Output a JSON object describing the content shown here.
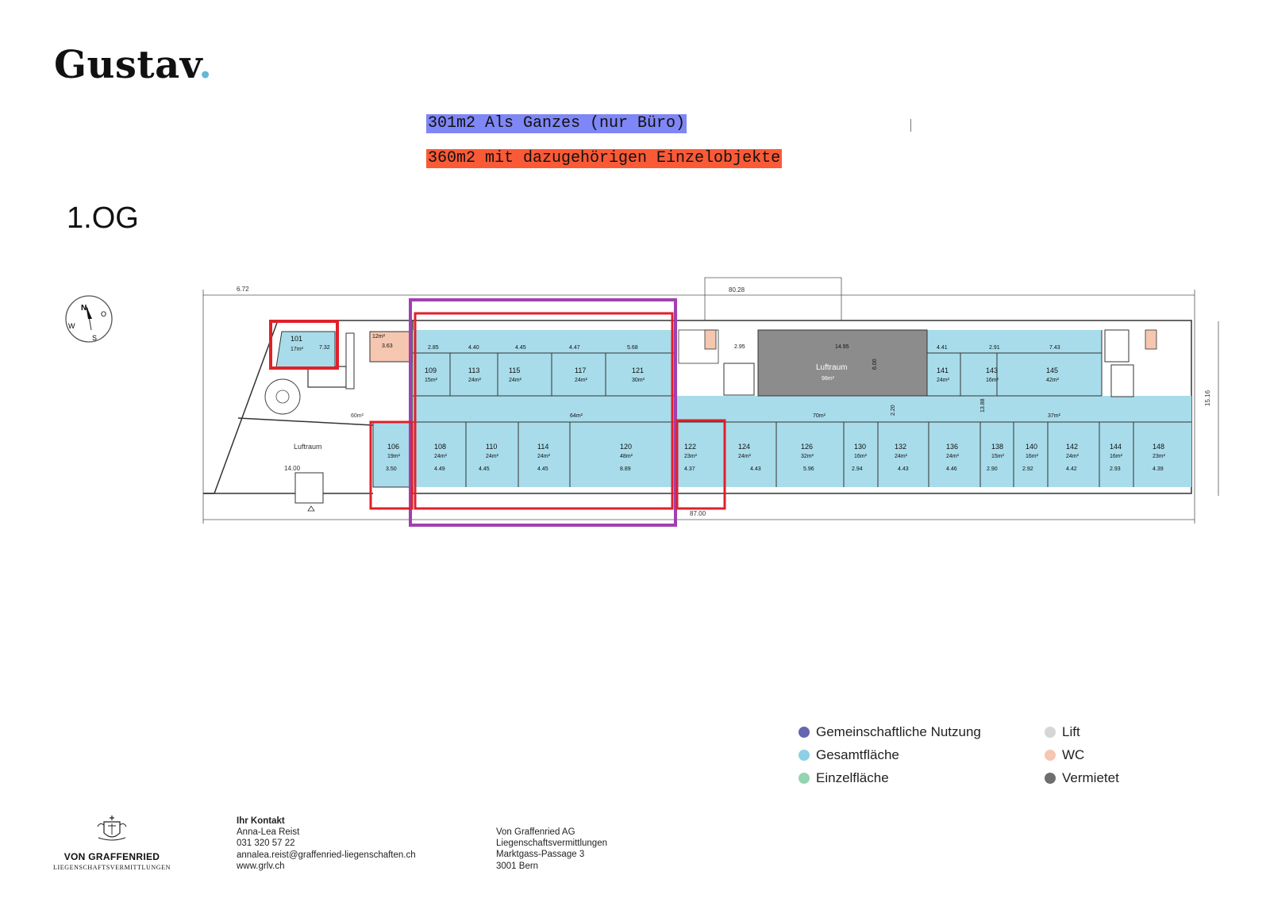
{
  "brand": {
    "name": "Gustav",
    "dot": "."
  },
  "highlights": {
    "whole_office": "301m2 Als Ganzes (nur Büro)",
    "with_singles": "360m2 mit dazugehörigen Einzelobjekte"
  },
  "floor_label": "1.OG",
  "compass": {
    "n": "N",
    "o": "O",
    "s": "S",
    "w": "W"
  },
  "dimensions": {
    "left_top": "6.72",
    "center_top": "80.28",
    "bottom": "87.00",
    "right": "15.16",
    "left_bottom": "14.00",
    "depth_a": "6.00",
    "depth_b": "2.20",
    "depth_c": "13.88"
  },
  "areas": {
    "luftraum_left": "Luftraum",
    "luftraum_center": "Luftraum",
    "luftraum_center_area": "98m²",
    "corridor_left": "60m²",
    "corridor_mid": "64m²",
    "corridor_main": "70m²",
    "corridor_right": "37m²",
    "wc_area": "12m²"
  },
  "rooms_top": [
    {
      "no": "101",
      "area": "17m²",
      "dim": "7.32"
    },
    {
      "no": "109",
      "area": "15m²",
      "dim": "2.85"
    },
    {
      "no": "113",
      "area": "24m²",
      "dim": "4.40"
    },
    {
      "no": "115",
      "area": "24m²",
      "dim": "4.45"
    },
    {
      "no": "117",
      "area": "24m²",
      "dim": "4.47"
    },
    {
      "no": "121",
      "area": "30m²",
      "dim": "5.68"
    },
    {
      "no": "141",
      "area": "24m²",
      "dim": "4.41"
    },
    {
      "no": "143",
      "area": "16m²",
      "dim": "2.91"
    },
    {
      "no": "145",
      "area": "42m²",
      "dim": "7.43"
    }
  ],
  "rooms_bottom": [
    {
      "no": "106",
      "area": "19m²",
      "dim": "3.50"
    },
    {
      "no": "108",
      "area": "24m²",
      "dim": "4.49"
    },
    {
      "no": "110",
      "area": "24m²",
      "dim": "4.45"
    },
    {
      "no": "114",
      "area": "24m²",
      "dim": "4.45"
    },
    {
      "no": "120",
      "area": "48m²",
      "dim": "8.89"
    },
    {
      "no": "122",
      "area": "23m²",
      "dim": "4.37"
    },
    {
      "no": "124",
      "area": "24m²",
      "dim": "4.43"
    },
    {
      "no": "126",
      "area": "32m²",
      "dim": "5.96"
    },
    {
      "no": "130",
      "area": "16m²",
      "dim": "2.94"
    },
    {
      "no": "132",
      "area": "24m²",
      "dim": "4.43"
    },
    {
      "no": "136",
      "area": "24m²",
      "dim": "4.46"
    },
    {
      "no": "138",
      "area": "15m²",
      "dim": "2.90"
    },
    {
      "no": "140",
      "area": "16m²",
      "dim": "2.92"
    },
    {
      "no": "142",
      "area": "24m²",
      "dim": "4.42"
    },
    {
      "no": "144",
      "area": "16m²",
      "dim": "2.93"
    },
    {
      "no": "148",
      "area": "23m²",
      "dim": "4.39"
    }
  ],
  "legend": [
    {
      "label": "Gemeinschaftliche Nutzung",
      "color": "#6466b0"
    },
    {
      "label": "Gesamtfläche",
      "color": "#8ecfe6"
    },
    {
      "label": "Einzelfläche",
      "color": "#93d4b2"
    },
    {
      "label": "Lift",
      "color": "#d6d6d6"
    },
    {
      "label": "WC",
      "color": "#f5c6b0"
    },
    {
      "label": "Vermietet",
      "color": "#6e6e6e"
    }
  ],
  "footer": {
    "logo_name": "VON GRAFFENRIED",
    "logo_sub": "LIEGENSCHAFTSVERMITTLUNGEN",
    "contact_heading": "Ihr Kontakt",
    "contact_name": "Anna-Lea Reist",
    "contact_phone": "031 320 57 22",
    "contact_email": "annalea.reist@graffenried-liegenschaften.ch",
    "contact_web": "www.grlv.ch",
    "company_name": "Von Graffenried AG",
    "company_division": "Liegenschaftsvermittlungen",
    "company_street": "Marktgass-Passage 3",
    "company_city": "3001 Bern"
  },
  "colors": {
    "room_fill": "#a8dcea",
    "rented": "#8c8c8c",
    "purple_frame": "#a040b0",
    "red_frame": "#e0202a"
  }
}
